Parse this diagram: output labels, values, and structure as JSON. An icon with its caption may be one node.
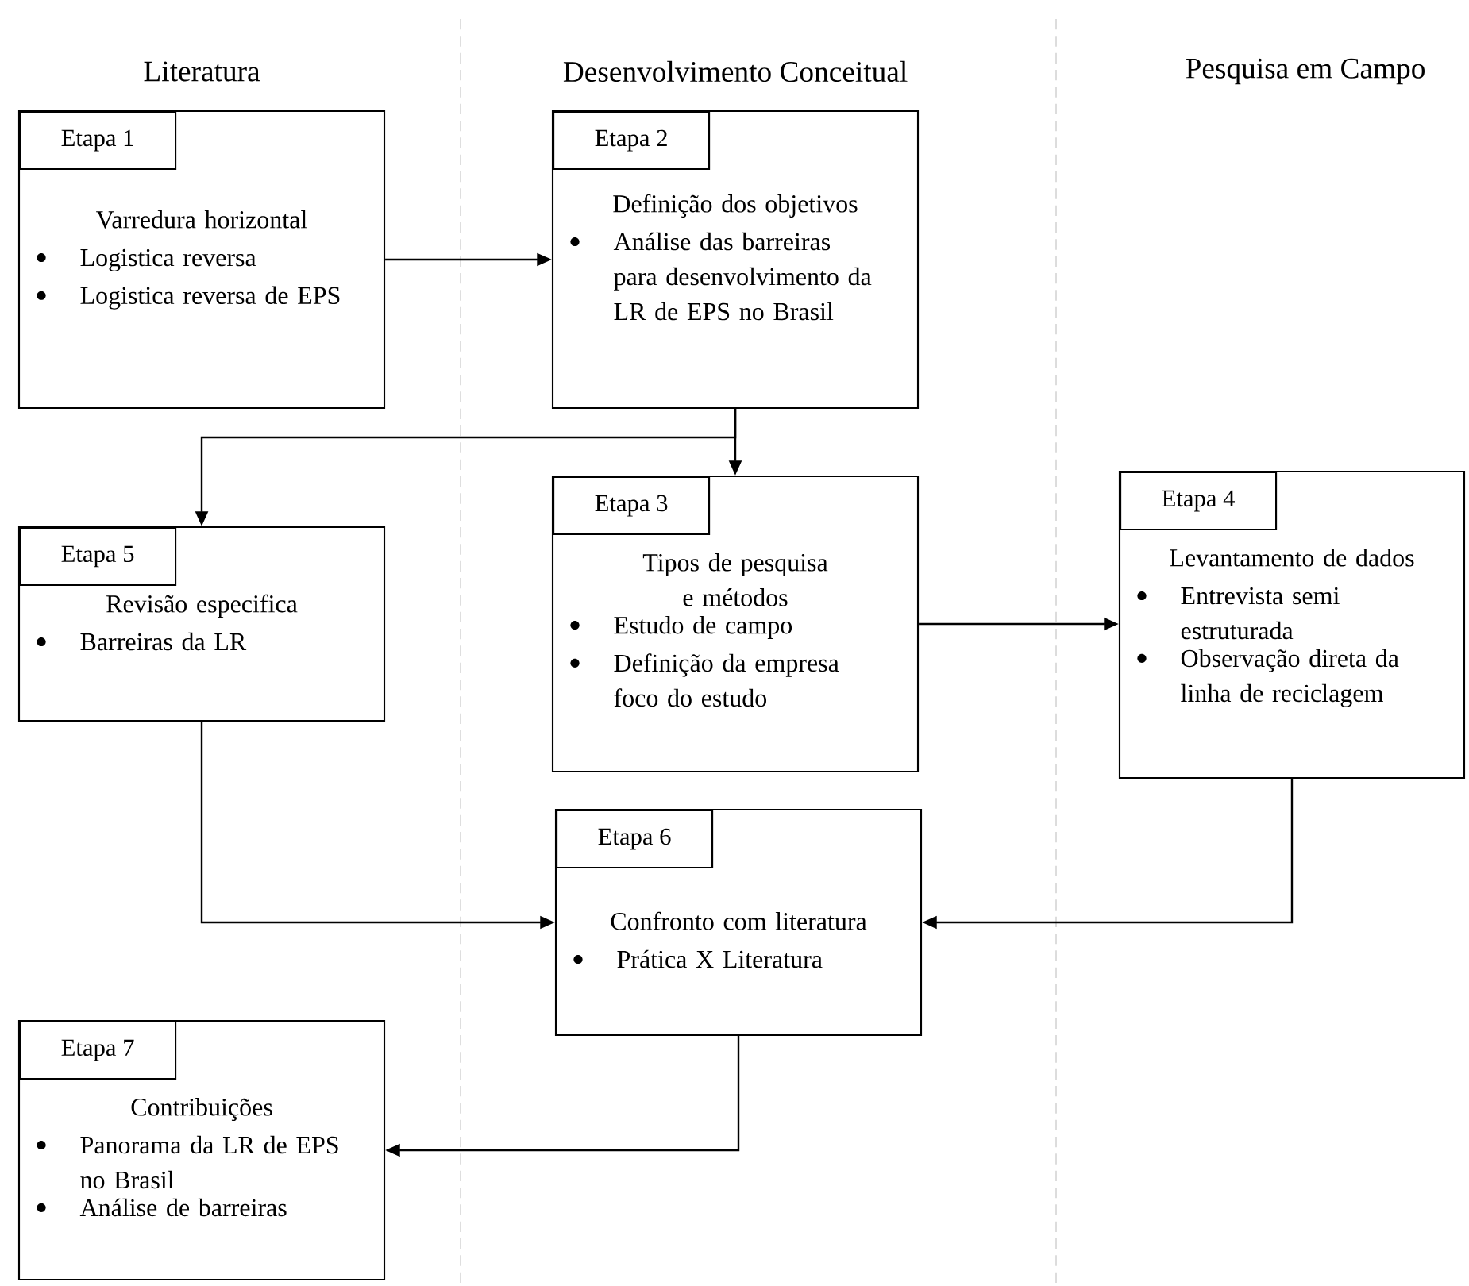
{
  "diagram": {
    "nodes": [
      {
        "text": [
          "Etapa 1",
          "Varredura horizontal",
          "Logistica reversa",
          "Logistica reversa de EPS"
        ]
      },
      {
        "text": [
          "Etapa 2",
          "Definição dos objetivos",
          "Análise das barreiras para desenvolvimento da LR de EPS no Brasil"
        ]
      },
      {
        "text": [
          "Etapa 3",
          "Tipos de pesquisa e métodos",
          "Estudo de campo",
          "Definição da empresa foco do estudo"
        ]
      },
      {
        "text": [
          "Etapa 4",
          "Levantamento de dados",
          "Entrevista semi estruturada",
          "Observação direta da linha de reciclagem"
        ]
      },
      {
        "text": [
          "Etapa 5",
          "Revisão especifica",
          "Barreiras da LR"
        ]
      },
      {
        "text": [
          "Etapa 6",
          "Confronto com literatura",
          "Prática X Literatura"
        ]
      },
      {
        "text": [
          "Etapa 7",
          "Contribuições",
          "Panorama da LR de EPS no Brasil",
          "Análise de barreiras"
        ]
      }
    ],
    "edges": [
      {
        "from": 0,
        "to": 1,
        "arrow": "to"
      },
      {
        "from": 1,
        "to": 2,
        "arrow": "to"
      },
      {
        "from": 1,
        "to": 4,
        "arrow": "to"
      },
      {
        "from": 2,
        "to": 3,
        "arrow": "to"
      },
      {
        "from": 4,
        "to": 5,
        "arrow": "to"
      },
      {
        "from": 3,
        "to": 5,
        "arrow": "to"
      },
      {
        "from": 5,
        "to": 6,
        "arrow": "to"
      }
    ],
    "labels": [
      "Literatura",
      "Desenvolvimento Conceitual",
      "Pesquisa em Campo"
    ]
  }
}
